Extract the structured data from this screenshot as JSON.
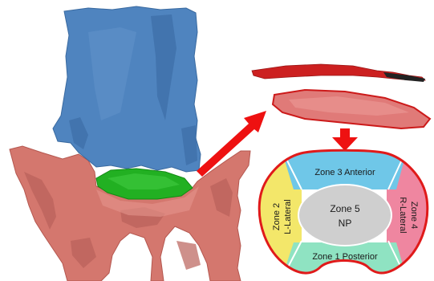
{
  "zones": {
    "anterior": {
      "label": "Zone 3 Anterior",
      "color": "#6fc7e8"
    },
    "lateral_left": {
      "line1": "Zone 2",
      "line2": "L-Lateral",
      "color": "#f3e76a"
    },
    "lateral_right": {
      "line1": "Zone 4",
      "line2": "R-Lateral",
      "color": "#ef86a0"
    },
    "posterior": {
      "label": "Zone 1 Posterior",
      "color": "#8fe3c2"
    },
    "nucleus": {
      "line1": "Zone 5",
      "line2": "NP",
      "color": "#cfcfcf"
    }
  },
  "colors": {
    "upper_vertebra": "#4f84bf",
    "lower_vertebra": "#d4776e",
    "disc": "#22b022",
    "arrow": "#ee1111",
    "outline": "#e01a1a"
  }
}
